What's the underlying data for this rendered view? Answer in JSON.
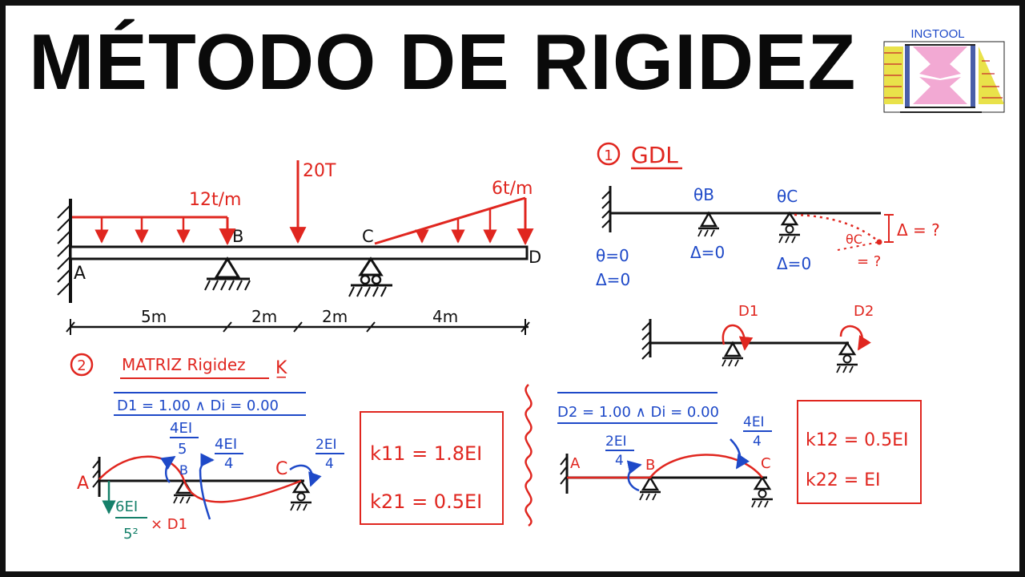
{
  "title": "MÉTODO DE RIGIDEZ",
  "logo": {
    "text": "INGTOOL"
  },
  "colors": {
    "black": "#111111",
    "red": "#e0261f",
    "blue": "#1e49c8",
    "green": "#15806a",
    "logo_yellow": "#e9e24a",
    "logo_pink": "#f2a9d3"
  },
  "beam": {
    "nodes": {
      "a": "A",
      "b": "B",
      "c": "C",
      "d": "D"
    },
    "loads": {
      "distributed": "12t/m",
      "point": "20T",
      "triangular": "6t/m"
    },
    "spans": [
      "5m",
      "2m",
      "2m",
      "4m"
    ]
  },
  "step1": {
    "number": "1",
    "title": "GDL",
    "theta_b": "θB",
    "theta_c": "θC",
    "theta_c_tip": "θC",
    "delta_tip": "Δ = ?",
    "theta_tip_value": "= ?",
    "a_theta": "θ=0",
    "a_delta": "Δ=0",
    "b_delta": "Δ=0",
    "c_delta": "Δ=0",
    "d1": "D1",
    "d2": "D2"
  },
  "step2": {
    "number": "2",
    "title": "MATRIZ Rigidez",
    "case1": {
      "header": "D1 = 1.00 ∧ Di = 0.00",
      "label_a": "A",
      "label_b": "B",
      "label_c": "C",
      "m1_num": "4EI",
      "m1_den": "5",
      "m2_num": "4EI",
      "m2_den": "4",
      "m3_num": "2EI",
      "m3_den": "4",
      "shear_num": "6EI",
      "shear_den": "5²",
      "shear_times": "× D1",
      "k11": "k11 = 1.8EI",
      "k21": "k21 = 0.5EI"
    },
    "case2": {
      "header": "D2 = 1.00 ∧ Di = 0.00",
      "label_a": "A",
      "label_b": "B",
      "label_c": "C",
      "m1_num": "2EI",
      "m1_den": "4",
      "m2_num": "4EI",
      "m2_den": "4",
      "k12": "k12 = 0.5EI",
      "k22": "k22 = EI"
    }
  }
}
